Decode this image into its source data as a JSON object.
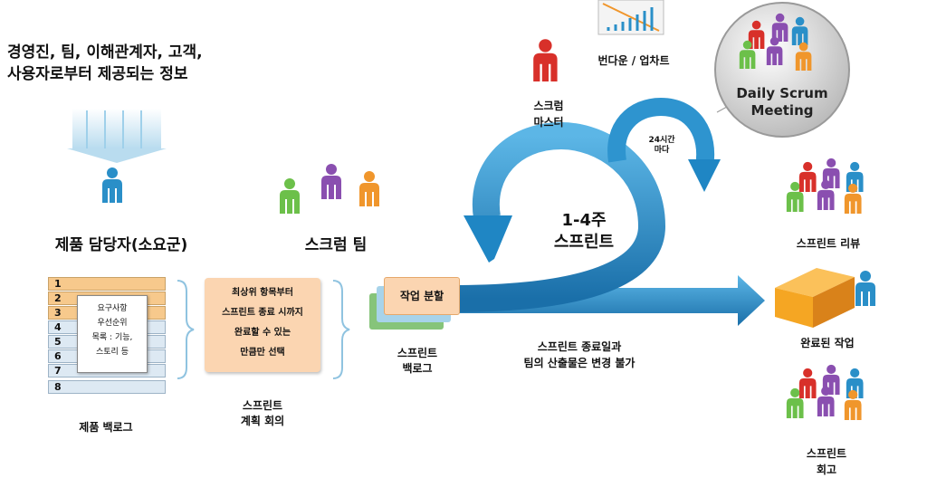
{
  "stakeholders_text": [
    "경영진, 팀, 이해관계자, 고객,",
    "사용자로부터 제공되는 정보"
  ],
  "product_owner_label": "제품 담당자(소요군)",
  "scrum_team_label": "스크럼 팀",
  "product_backlog": {
    "row_numbers": [
      "1",
      "2",
      "3",
      "4",
      "5",
      "6",
      "7",
      "8"
    ],
    "card_lines": [
      "요구사항",
      "우선순위",
      "목록 : 기능,",
      "스토리 등"
    ],
    "label": "제품 백로그"
  },
  "sprint_planning": {
    "box_lines": [
      "최상위 항목부터",
      "스프린트 종료 시까지",
      "완료할 수 있는",
      "만큼만 선택"
    ],
    "label_lines": [
      "스프린트",
      "계획 회의"
    ]
  },
  "sprint_backlog": {
    "card_text": "작업 분할",
    "label_lines": [
      "스프린트",
      "백로그"
    ]
  },
  "sprint_cycle_lines": [
    "1-4주",
    "스프린트"
  ],
  "daily_cycle_lines": [
    "24시간",
    "마다"
  ],
  "daily_scrum_lines": [
    "Daily Scrum",
    "Meeting"
  ],
  "scrum_master_lines": [
    "스크럼",
    "마스터"
  ],
  "burndown_label": "번다운 / 업차트",
  "no_change_lines": [
    "스프린트 종료일과",
    "팀의 산출물은 변경 불가"
  ],
  "sprint_review_label": "스프린트 리뷰",
  "done_work_label": "완료된 작업",
  "retrospective_lines": [
    "스프린트",
    "회고"
  ],
  "colors": {
    "arrow_blue": "#1f86c4",
    "person_blue": "#2a8fc8",
    "person_green": "#6cc04a",
    "person_purple": "#8a4fb0",
    "person_orange": "#f0962c",
    "person_red": "#d8302a",
    "backlog_orange": "#f7c98c",
    "box_orange": "#f5a623",
    "card_green": "#86c47a",
    "card_peach": "#fbd5b1"
  }
}
